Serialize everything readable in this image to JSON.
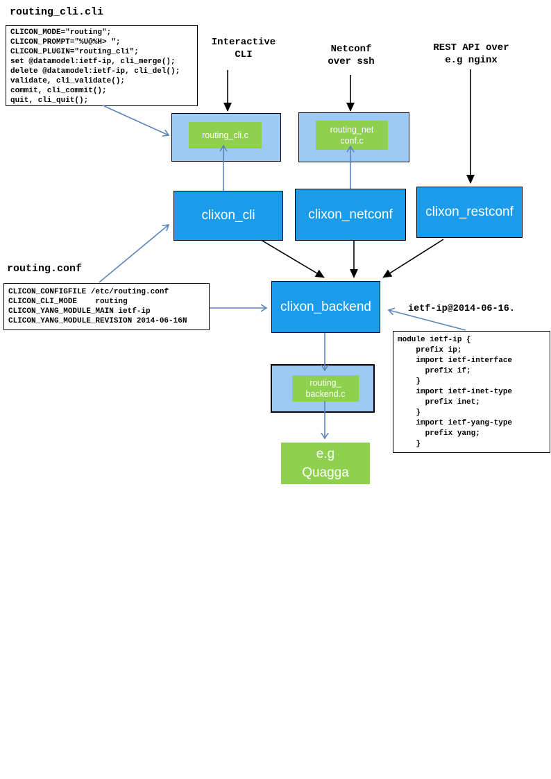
{
  "colors": {
    "node_blue": "#1b9ceb",
    "holder_light_blue": "#9dc9f5",
    "plugin_green": "#8fd04f",
    "arrow_blue": "#5b84b8",
    "arrow_black": "#000000"
  },
  "files": {
    "routing_cli": {
      "title": "routing_cli.cli",
      "code": "CLICON_MODE=\"routing\";\nCLICON_PROMPT=\"%U@%H> \";\nCLICON_PLUGIN=\"routing_cli\";\nset @datamodel:ietf-ip, cli_merge();\ndelete @datamodel:ietf-ip, cli_del();\nvalidate, cli_validate();\ncommit, cli_commit();\nquit, cli_quit();"
    },
    "routing_conf": {
      "title": "routing.conf",
      "code": "CLICON_CONFIGFILE /etc/routing.conf\nCLICON_CLI_MODE    routing\nCLICON_YANG_MODULE_MAIN ietf-ip\nCLICON_YANG_MODULE_REVISION 2014-06-16N"
    },
    "ietf_ip_yang": {
      "title": "ietf-ip@2014-06-16.",
      "code": "module ietf-ip {\n    prefix ip;\n    import ietf-interface\n      prefix if;\n    }\n    import ietf-inet-type\n      prefix inet;\n    }\n    import ietf-yang-type\n      prefix yang;\n    }"
    }
  },
  "annotations": {
    "interactive_cli": "Interactive\nCLI",
    "netconf_ssh": "Netconf\nover ssh",
    "rest_api": "REST API over\ne.g nginx"
  },
  "nodes": {
    "cli_plugin": "routing_cli.c",
    "netconf_plugin": "routing_net\nconf.c",
    "backend_plugin": "routing_\nbackend.c",
    "clixon_cli": "clixon_cli",
    "clixon_netconf": "clixon_netconf",
    "clixon_restconf": "clixon_restconf",
    "clixon_backend": "clixon_backend",
    "quagga": "e.g\nQuagga"
  }
}
